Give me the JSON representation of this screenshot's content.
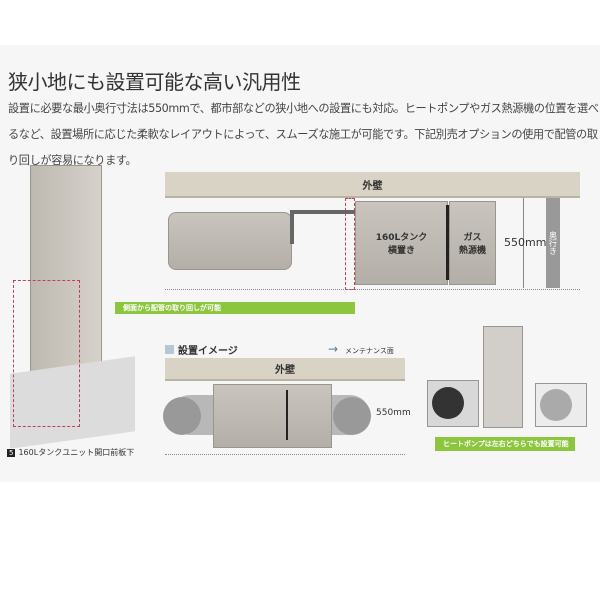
{
  "title": "狭小地にも設置可能な高い汎用性",
  "paragraph": "設置に必要な最小奥行寸法は550mmで、都市部などの狭小地への設置にも対応。ヒートポンプやガス熱源機の位置を選べるなど、設置場所に応じた柔軟なレイアウトによって、スムーズな施工が可能です。下記別売オプションの使用で配管の取り回しが容易になります。",
  "top_diagram": {
    "wall": "外壁",
    "tank": "160Lタンク",
    "tank2": "横置き",
    "gas": "ガス",
    "gas2": "熱源機",
    "dimension": "550mm",
    "depth": "奥行き",
    "callout": "側面から配管の取り回しが可能"
  },
  "bottom_diagram": {
    "legend": "設置イメージ",
    "maintenance": "メンテナンス面",
    "wall": "外壁",
    "dimension": "550mm"
  },
  "right_diagram": {
    "callout": "ヒートポンプは左右どちらでも設置可能"
  },
  "left_photo": {
    "badge": "5",
    "caption": "160Lタンクユニット開口前板下"
  },
  "colors": {
    "accent": "#8cc63f",
    "wall": "#d8d3c4",
    "dash": "#c0405a"
  }
}
